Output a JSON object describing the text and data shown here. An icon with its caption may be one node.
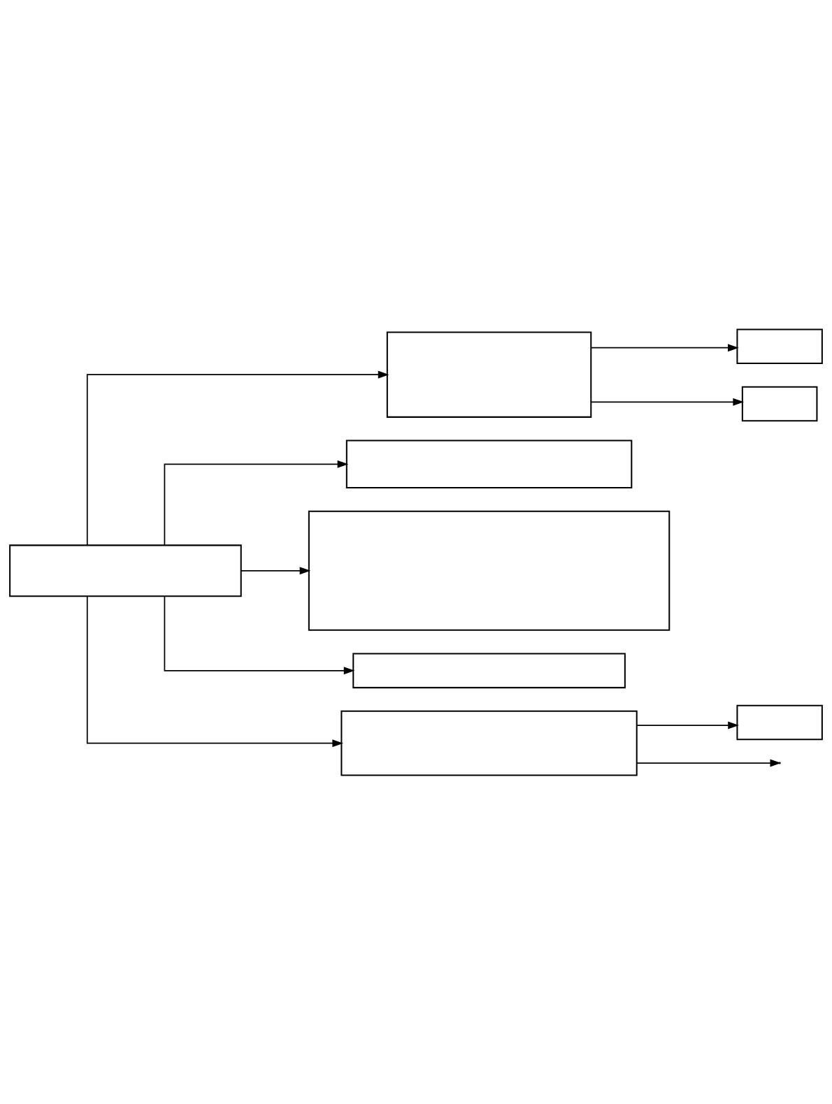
{
  "diagram": {
    "nodes": [
      {
        "text": [],
        "shape": "box"
      },
      {
        "text": [],
        "shape": "box"
      },
      {
        "text": [],
        "shape": "box"
      },
      {
        "text": [],
        "shape": "box"
      },
      {
        "text": [],
        "shape": "box"
      },
      {
        "text": [],
        "shape": "box"
      },
      {
        "text": [],
        "shape": "box"
      },
      {
        "text": [],
        "shape": "box"
      },
      {
        "text": [],
        "shape": "box"
      }
    ],
    "edges": [
      {
        "from": 0,
        "to": 1,
        "arrow": "to"
      },
      {
        "from": 1,
        "to": 2,
        "arrow": "to"
      },
      {
        "from": 1,
        "to": 3,
        "arrow": "to"
      },
      {
        "from": 0,
        "to": 4,
        "arrow": "to"
      },
      {
        "from": 0,
        "to": 5,
        "arrow": "to"
      },
      {
        "from": 0,
        "to": 6,
        "arrow": "to"
      },
      {
        "from": 0,
        "to": 7,
        "arrow": "to"
      },
      {
        "from": 7,
        "to": 8,
        "arrow": "to"
      },
      {
        "from": 7,
        "to": null,
        "arrow": "to"
      }
    ]
  }
}
